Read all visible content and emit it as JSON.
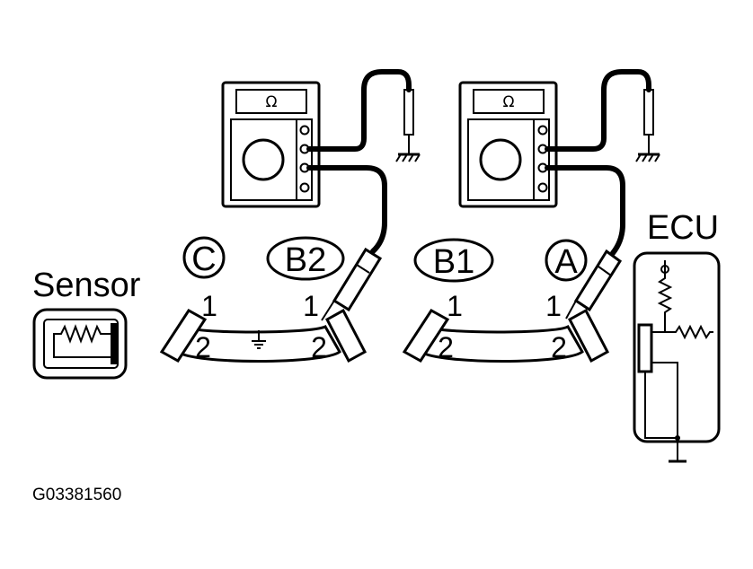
{
  "labels": {
    "sensor": "Sensor",
    "ecu": "ECU",
    "figure_code": "G03381560"
  },
  "meters": [
    {
      "unit": "Ω"
    },
    {
      "unit": "Ω"
    }
  ],
  "connectors": [
    {
      "id": "C",
      "pin_top": "1",
      "pin_bottom": "2"
    },
    {
      "id": "B2",
      "pin_top": "1",
      "pin_bottom": "2"
    },
    {
      "id": "B1",
      "pin_top": "1",
      "pin_bottom": "2"
    },
    {
      "id": "A",
      "pin_top": "1",
      "pin_bottom": "2"
    }
  ]
}
